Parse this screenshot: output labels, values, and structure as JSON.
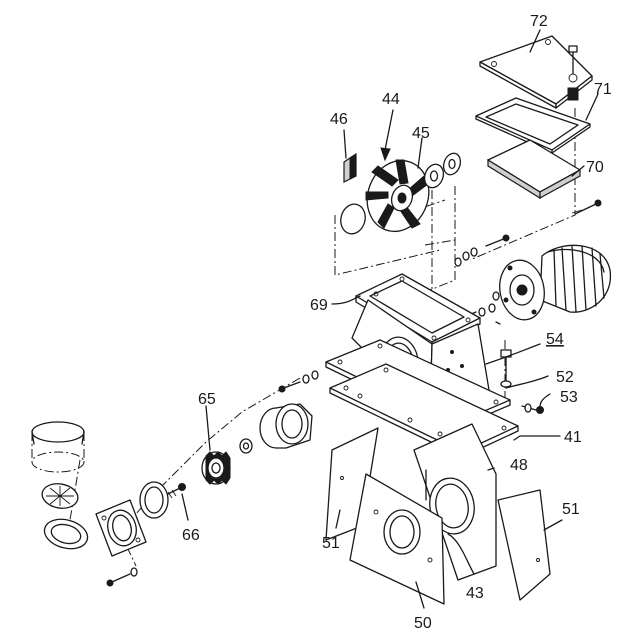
{
  "labels": {
    "l72": "72",
    "l71": "71",
    "l70": "70",
    "l44": "44",
    "l45": "45",
    "l46": "46",
    "l69": "69",
    "l54": "54",
    "l52": "52",
    "l53": "53",
    "l41": "41",
    "l48": "48",
    "l65": "65",
    "l66": "66",
    "l51a": "51",
    "l51b": "51",
    "l50": "50",
    "l43": "43"
  }
}
